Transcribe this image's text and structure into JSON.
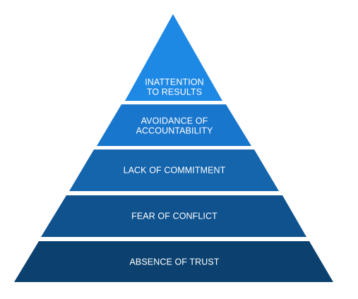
{
  "tiers": [
    {
      "lines": [
        "INATTENTION",
        "TO RESULTS"
      ],
      "color": "#1e88e5"
    },
    {
      "lines": [
        "AVOIDANCE OF",
        "ACCOUNTABILITY"
      ],
      "color": "#1976cd"
    },
    {
      "lines": [
        "LACK OF COMMITMENT"
      ],
      "color": "#1565ad"
    },
    {
      "lines": [
        "FEAR OF CONFLICT"
      ],
      "color": "#0f528e"
    },
    {
      "lines": [
        "ABSENCE OF TRUST"
      ],
      "color": "#0c416f"
    }
  ]
}
